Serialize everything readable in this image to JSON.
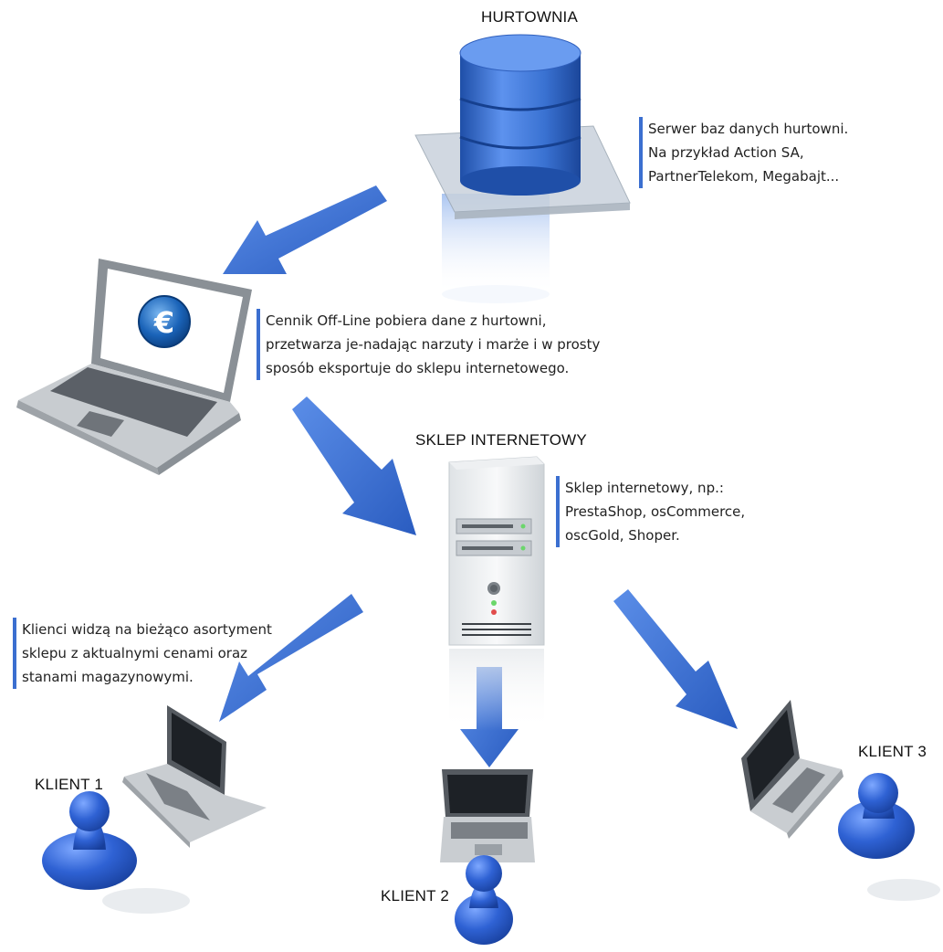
{
  "nodes": {
    "hurtownia": "HURTOWNIA",
    "sklep": "SKLEP INTERNETOWY",
    "klient1": "KLIENT 1",
    "klient2": "KLIENT 2",
    "klient3": "KLIENT 3"
  },
  "notes": {
    "hurtownia": [
      "Serwer baz danych hurtowni.",
      "Na przykład Action SA,",
      "PartnerTelekom, Megabajt..."
    ],
    "cennik": [
      "Cennik Off-Line pobiera dane z hurtowni,",
      "przetwarza je-nadając narzuty i marże  i w prosty",
      "sposób eksportuje do sklepu internetowego."
    ],
    "sklep": [
      "Sklep internetowy, np.:",
      "PrestaShop, osCommerce,",
      "oscGold, Shoper."
    ],
    "klienci": [
      "Klienci widzą na bieżąco asortyment",
      "sklepu z aktualnymi cenami oraz",
      "stanami magazynowymi."
    ]
  },
  "icons": {
    "database": "database-icon",
    "laptop": "laptop-icon",
    "euro": "euro-icon",
    "server": "server-tower-icon",
    "pawn": "pawn-icon",
    "arrow": "arrow-icon"
  },
  "colors": {
    "accent": "#3b6fd0",
    "arrow": "#3f75d6",
    "cylinder": "#3a72d2",
    "pawn": "#2f62d4"
  }
}
